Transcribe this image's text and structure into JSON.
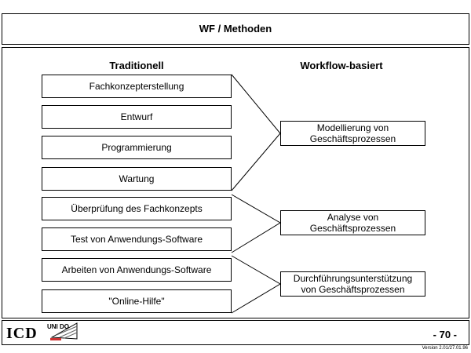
{
  "header": {
    "title": "WF / Methoden"
  },
  "columns": {
    "left_heading": "Traditionell",
    "right_heading": "Workflow-basiert"
  },
  "traditional": [
    "Fachkonzepterstellung",
    "Entwurf",
    "Programmierung",
    "Wartung",
    "Überprüfung des Fachkonzepts",
    "Test von Anwendungs-Software",
    "Arbeiten von Anwendungs-Software",
    "\"Online-Hilfe\""
  ],
  "workflow": [
    {
      "line1": "Modellierung von",
      "line2": "Geschäftsprozessen"
    },
    {
      "line1": "Analyse von",
      "line2": "Geschäftsprozessen"
    },
    {
      "line1": "Durchführungsunterstützung",
      "line2": "von Geschäftsprozessen"
    }
  ],
  "footer": {
    "logo_icd": "ICD",
    "logo_unido": "UNI DO",
    "page_number": "- 70 -",
    "version": "Version 2.01/27.01.96"
  }
}
